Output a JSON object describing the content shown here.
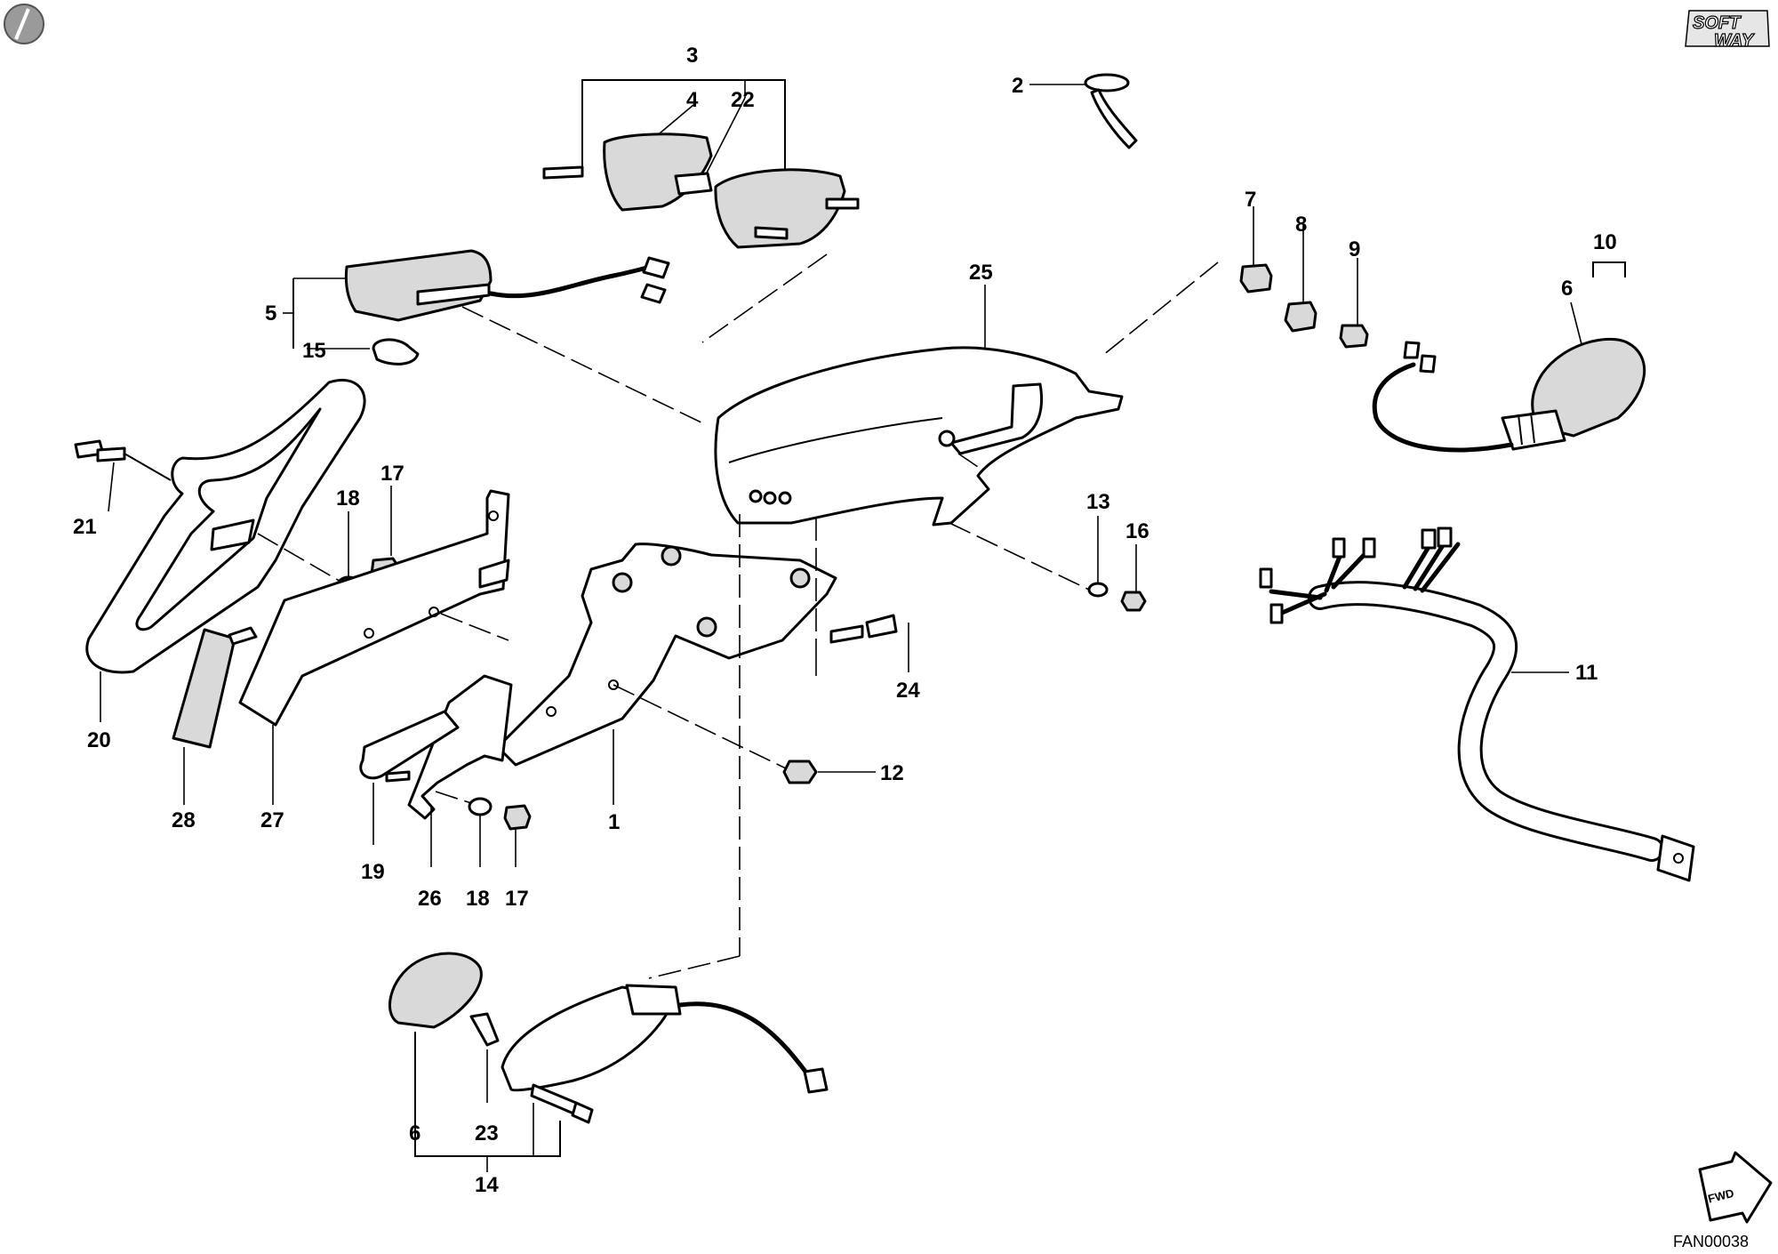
{
  "diagram": {
    "reference_code": "FAN00038",
    "fwd_label": "FWD",
    "brand_logo": {
      "line1": "SOFT",
      "line2": "WAY"
    },
    "callouts": {
      "c1": "1",
      "c2": "2",
      "c3": "3",
      "c4": "4",
      "c5": "5",
      "c6a": "6",
      "c6b": "6",
      "c7": "7",
      "c8": "8",
      "c9": "9",
      "c10": "10",
      "c11": "11",
      "c12": "12",
      "c13": "13",
      "c14": "14",
      "c15": "15",
      "c16": "16",
      "c17a": "17",
      "c17b": "17",
      "c18a": "18",
      "c18b": "18",
      "c19": "19",
      "c20": "20",
      "c21": "21",
      "c22": "22",
      "c23": "23",
      "c24": "24",
      "c25": "25",
      "c26": "26",
      "c27": "27",
      "c28": "28"
    }
  }
}
